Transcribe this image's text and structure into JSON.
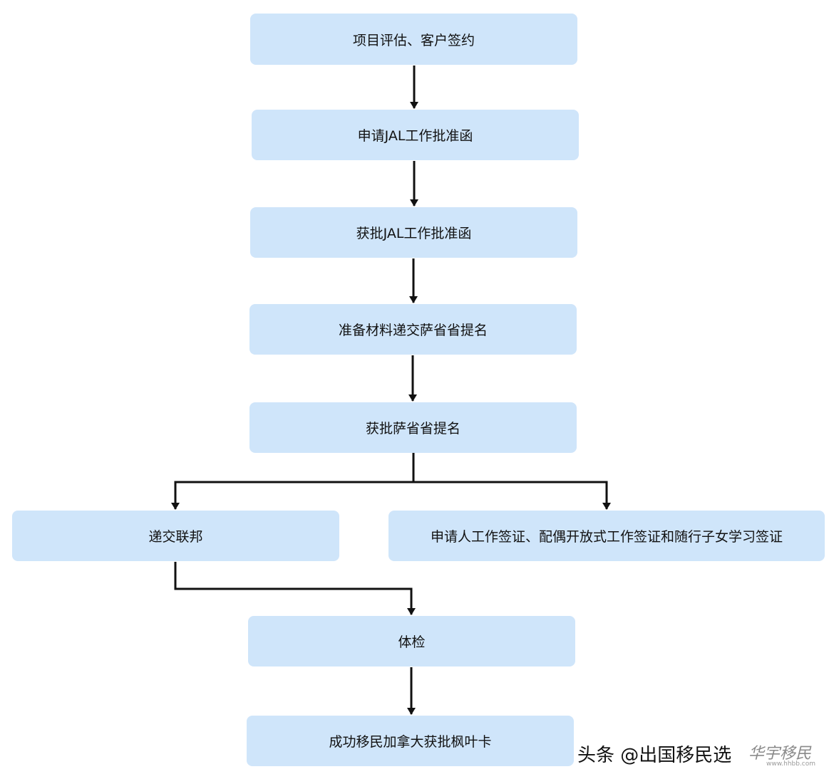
{
  "nodes": {
    "step1": "项目评估、客户签约",
    "step2": "申请JAL工作批准函",
    "step3": "获批JAL工作批准函",
    "step4": "准备材料递交萨省省提名",
    "step5": "获批萨省省提名",
    "step6a": "递交联邦",
    "step6b": "申请人工作签证、配偶开放式工作签证和随行子女学习签证",
    "step7": "体检",
    "step8": "成功移民加拿大获批枫叶卡"
  },
  "watermark": {
    "text": "头条 @出国移民选",
    "stamp": "华宇移民",
    "url": "www.hhbb.com"
  },
  "colors": {
    "node_fill": "#cfe5fa",
    "arrow": "#111111"
  }
}
